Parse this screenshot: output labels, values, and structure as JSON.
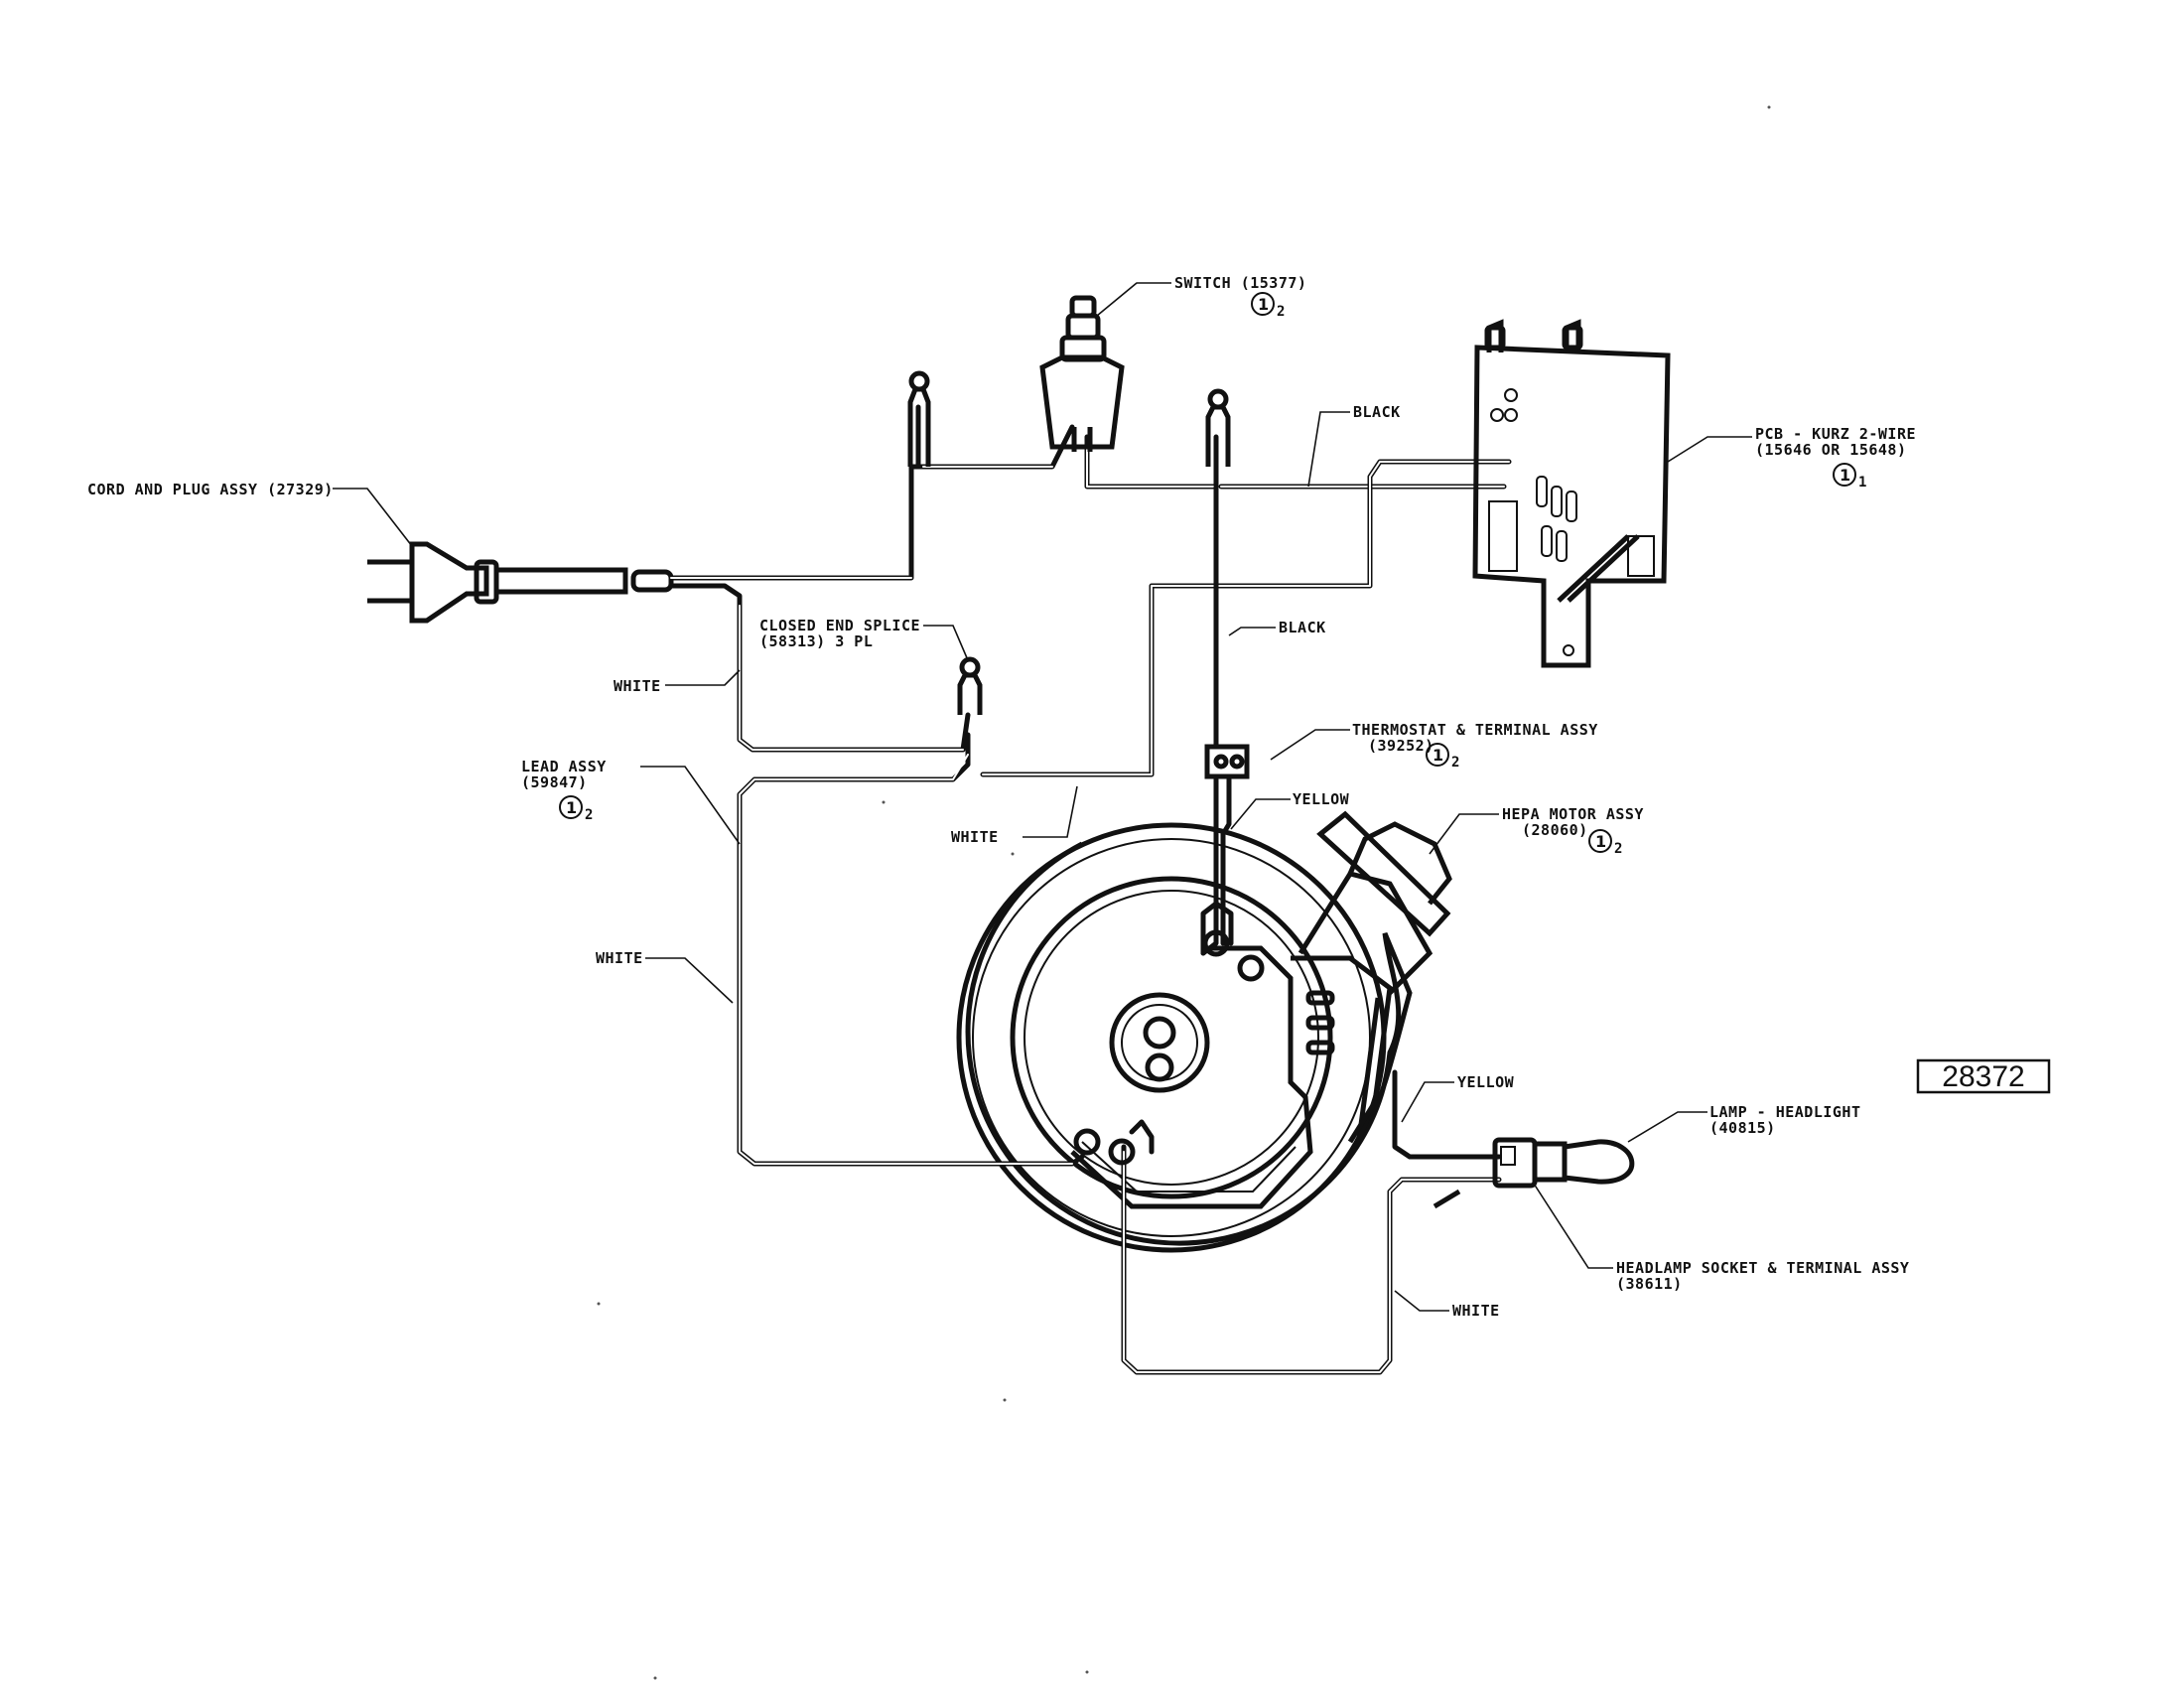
{
  "labels": {
    "switch": "SWITCH (15377)",
    "pcb_line1": "PCB - KURZ 2-WIRE",
    "pcb_line2": "(15646 OR 15648)",
    "cord": "CORD AND PLUG ASSY (27329)",
    "black_top": "BLACK",
    "splice_line1": "CLOSED END SPLICE",
    "splice_line2": "(58313) 3 PL",
    "black_mid": "BLACK",
    "white_cord": "WHITE",
    "thermo_line1": "THERMOSTAT & TERMINAL ASSY",
    "thermo_line2": "(39252)",
    "lead_line1": "LEAD ASSY",
    "lead_line2": "(59847)",
    "yellow_top": "YELLOW",
    "hepa_line1": "HEPA MOTOR ASSY",
    "hepa_line2": "(28060)",
    "white_splice": "WHITE",
    "white_lead": "WHITE",
    "yellow_right": "YELLOW",
    "lamp_line1": "LAMP - HEADLIGHT",
    "lamp_line2": "(40815)",
    "headlamp_line1": "HEADLAMP SOCKET & TERMINAL ASSY",
    "headlamp_line2": "(38611)",
    "white_bottom": "WHITE"
  },
  "notes": {
    "switch_note": "1",
    "switch_sub": "2",
    "pcb_note": "1",
    "pcb_sub": "1",
    "thermo_note": "1",
    "thermo_sub": "2",
    "lead_note": "1",
    "lead_sub": "2",
    "hepa_note": "1",
    "hepa_sub": "2"
  },
  "part_number": "28372"
}
